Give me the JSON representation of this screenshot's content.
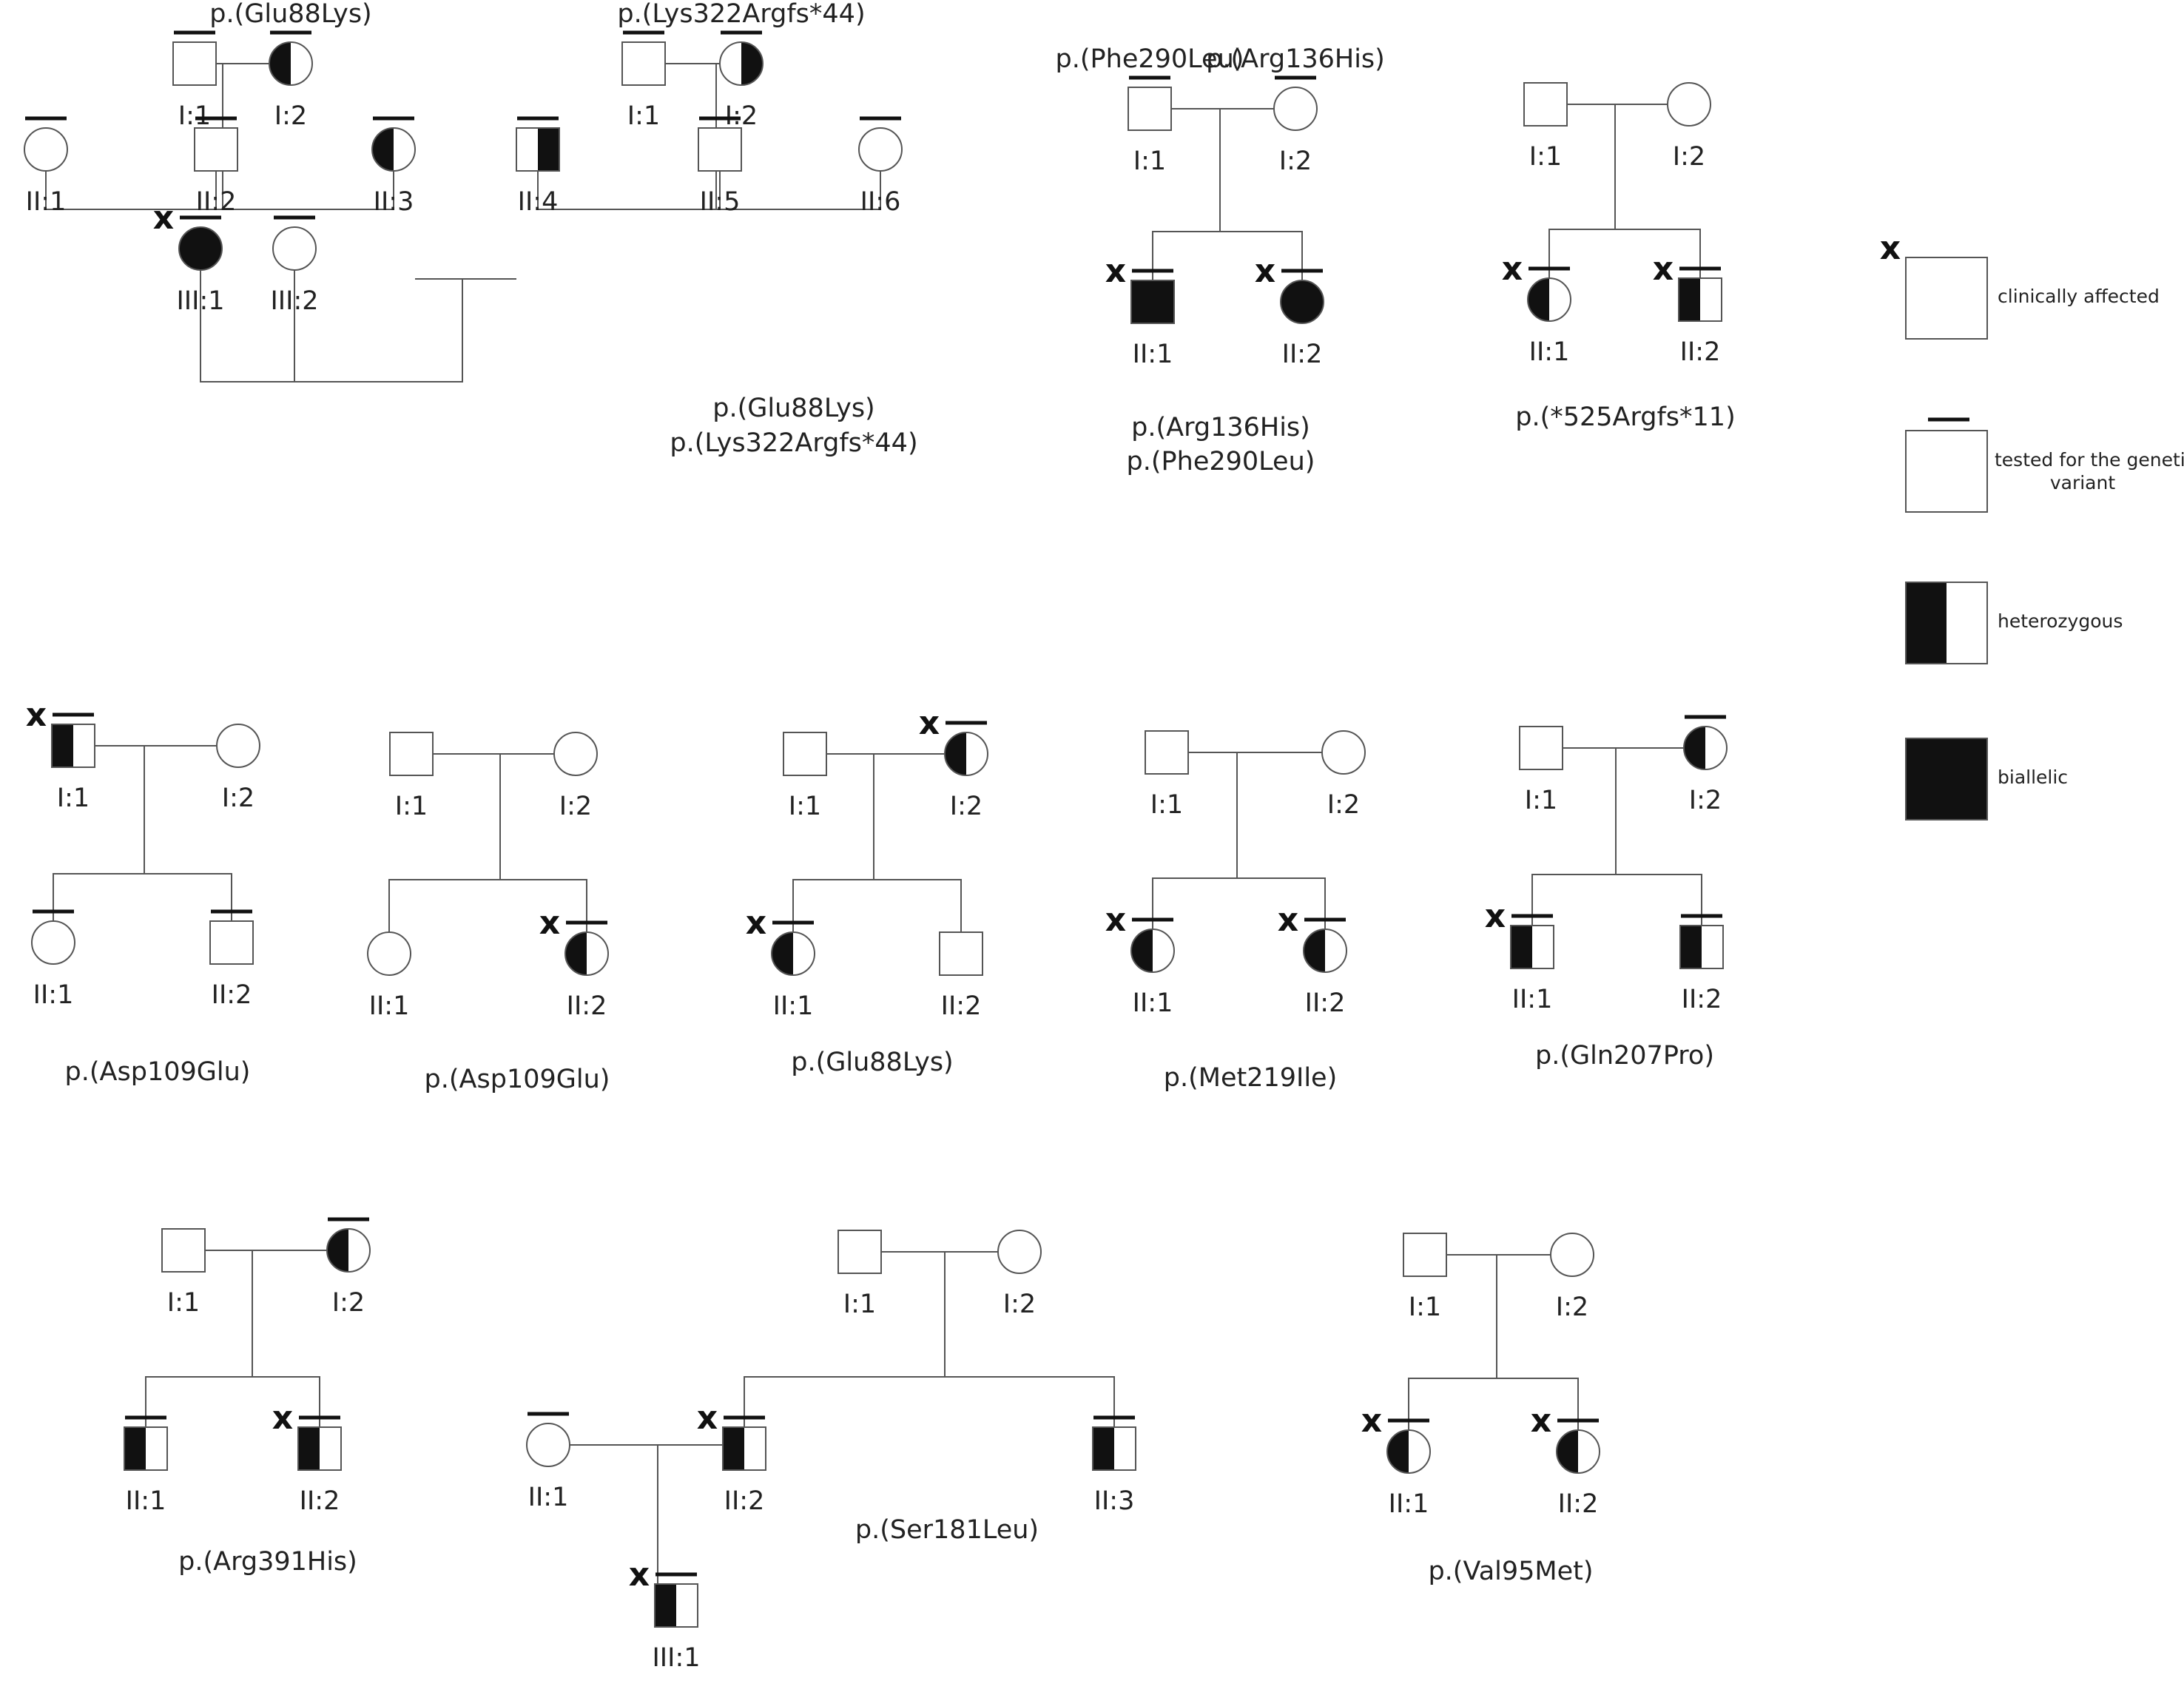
{
  "legend": {
    "affected": {
      "symbol": "x",
      "label": "clinically affected"
    },
    "tested": {
      "label": [
        "tested for the genetic",
        "variant"
      ]
    },
    "heterozygous": {
      "label": "heterozygous"
    },
    "biallelic": {
      "label": "biallelic"
    }
  },
  "families": [
    {
      "variants": [],
      "members": [
        {
          "id": "I:1",
          "sex": "male",
          "fill": "none",
          "affected": false,
          "tested": true
        },
        {
          "id": "I:2",
          "sex": "female",
          "fill": "left",
          "affected": false,
          "tested": true,
          "variant": "p.(Glu88Lys)"
        },
        {
          "id": "II:1",
          "sex": "female",
          "fill": "none",
          "affected": false,
          "tested": true
        },
        {
          "id": "II:2",
          "sex": "male",
          "fill": "none",
          "affected": false,
          "tested": true
        },
        {
          "id": "II:3",
          "sex": "female",
          "fill": "left",
          "affected": false,
          "tested": true
        },
        {
          "id": "III:1",
          "sex": "female",
          "fill": "full",
          "affected": true,
          "tested": true
        },
        {
          "id": "III:2",
          "sex": "female",
          "fill": "none",
          "affected": false,
          "tested": true
        }
      ]
    },
    {
      "variants": [
        "p.(Glu88Lys)",
        "p.(Lys322Argfs*44)"
      ],
      "members": [
        {
          "id": "I:1",
          "sex": "male",
          "fill": "none",
          "affected": false,
          "tested": true
        },
        {
          "id": "I:2",
          "sex": "female",
          "fill": "right",
          "affected": false,
          "tested": true,
          "variant": "p.(Lys322Argfs*44)"
        },
        {
          "id": "II:4",
          "sex": "male",
          "fill": "right",
          "affected": false,
          "tested": true
        },
        {
          "id": "II:5",
          "sex": "male",
          "fill": "none",
          "affected": false,
          "tested": true
        },
        {
          "id": "II:6",
          "sex": "female",
          "fill": "none",
          "affected": false,
          "tested": true
        }
      ]
    },
    {
      "variants": [
        "p.(Arg136His)",
        "p.(Phe290Leu)"
      ],
      "members": [
        {
          "id": "I:1",
          "sex": "male",
          "fill": "none",
          "affected": false,
          "tested": true,
          "variant": "p.(Phe290Leu)"
        },
        {
          "id": "I:2",
          "sex": "female",
          "fill": "none",
          "affected": false,
          "tested": true,
          "variant": "p.(Arg136His)"
        },
        {
          "id": "II:1",
          "sex": "male",
          "fill": "full",
          "affected": true,
          "tested": true
        },
        {
          "id": "II:2",
          "sex": "female",
          "fill": "full",
          "affected": true,
          "tested": true
        }
      ]
    },
    {
      "variants": [
        "p.(*525Argfs*11)"
      ],
      "members": [
        {
          "id": "I:1",
          "sex": "male",
          "fill": "none",
          "affected": false,
          "tested": false
        },
        {
          "id": "I:2",
          "sex": "female",
          "fill": "none",
          "affected": false,
          "tested": false
        },
        {
          "id": "II:1",
          "sex": "female",
          "fill": "left",
          "affected": true,
          "tested": true
        },
        {
          "id": "II:2",
          "sex": "male",
          "fill": "left",
          "affected": true,
          "tested": true
        }
      ]
    },
    {
      "variants": [
        "p.(Asp109Glu)"
      ],
      "members": [
        {
          "id": "I:1",
          "sex": "male",
          "fill": "left",
          "affected": true,
          "tested": true
        },
        {
          "id": "I:2",
          "sex": "female",
          "fill": "none",
          "affected": false,
          "tested": false
        },
        {
          "id": "II:1",
          "sex": "female",
          "fill": "none",
          "affected": false,
          "tested": true
        },
        {
          "id": "II:2",
          "sex": "male",
          "fill": "none",
          "affected": false,
          "tested": true
        }
      ]
    },
    {
      "variants": [
        "p.(Asp109Glu)"
      ],
      "members": [
        {
          "id": "I:1",
          "sex": "male",
          "fill": "none",
          "affected": false,
          "tested": false
        },
        {
          "id": "I:2",
          "sex": "female",
          "fill": "none",
          "affected": false,
          "tested": false
        },
        {
          "id": "II:1",
          "sex": "female",
          "fill": "none",
          "affected": false,
          "tested": false
        },
        {
          "id": "II:2",
          "sex": "female",
          "fill": "left",
          "affected": true,
          "tested": true
        }
      ]
    },
    {
      "variants": [
        "p.(Glu88Lys)"
      ],
      "members": [
        {
          "id": "I:1",
          "sex": "male",
          "fill": "none",
          "affected": false,
          "tested": false
        },
        {
          "id": "I:2",
          "sex": "female",
          "fill": "left",
          "affected": true,
          "tested": true
        },
        {
          "id": "II:1",
          "sex": "female",
          "fill": "left",
          "affected": true,
          "tested": true
        },
        {
          "id": "II:2",
          "sex": "male",
          "fill": "none",
          "affected": false,
          "tested": false
        }
      ]
    },
    {
      "variants": [
        "p.(Met219Ile)"
      ],
      "members": [
        {
          "id": "I:1",
          "sex": "male",
          "fill": "none",
          "affected": false,
          "tested": false
        },
        {
          "id": "I:2",
          "sex": "female",
          "fill": "none",
          "affected": false,
          "tested": false
        },
        {
          "id": "II:1",
          "sex": "female",
          "fill": "left",
          "affected": true,
          "tested": true
        },
        {
          "id": "II:2",
          "sex": "female",
          "fill": "left",
          "affected": true,
          "tested": true
        }
      ]
    },
    {
      "variants": [
        "p.(Gln207Pro)"
      ],
      "members": [
        {
          "id": "I:1",
          "sex": "male",
          "fill": "none",
          "affected": false,
          "tested": false
        },
        {
          "id": "I:2",
          "sex": "female",
          "fill": "left",
          "affected": false,
          "tested": true
        },
        {
          "id": "II:1",
          "sex": "male",
          "fill": "left",
          "affected": true,
          "tested": true
        },
        {
          "id": "II:2",
          "sex": "male",
          "fill": "left",
          "affected": false,
          "tested": true
        }
      ]
    },
    {
      "variants": [
        "p.(Arg391His)"
      ],
      "members": [
        {
          "id": "I:1",
          "sex": "male",
          "fill": "none",
          "affected": false,
          "tested": false
        },
        {
          "id": "I:2",
          "sex": "female",
          "fill": "left",
          "affected": false,
          "tested": true
        },
        {
          "id": "II:1",
          "sex": "male",
          "fill": "left",
          "affected": false,
          "tested": true
        },
        {
          "id": "II:2",
          "sex": "male",
          "fill": "left",
          "affected": true,
          "tested": true
        }
      ]
    },
    {
      "variants": [
        "p.(Ser181Leu)"
      ],
      "members": [
        {
          "id": "I:1",
          "sex": "male",
          "fill": "none",
          "affected": false,
          "tested": false
        },
        {
          "id": "I:2",
          "sex": "female",
          "fill": "none",
          "affected": false,
          "tested": false
        },
        {
          "id": "II:1",
          "sex": "female",
          "fill": "none",
          "affected": false,
          "tested": true
        },
        {
          "id": "II:2",
          "sex": "male",
          "fill": "left",
          "affected": true,
          "tested": true
        },
        {
          "id": "II:3",
          "sex": "male",
          "fill": "left",
          "affected": false,
          "tested": true
        },
        {
          "id": "III:1",
          "sex": "male",
          "fill": "left",
          "affected": true,
          "tested": true
        }
      ]
    },
    {
      "variants": [
        "p.(Val95Met)"
      ],
      "members": [
        {
          "id": "I:1",
          "sex": "male",
          "fill": "none",
          "affected": false,
          "tested": false
        },
        {
          "id": "I:2",
          "sex": "female",
          "fill": "none",
          "affected": false,
          "tested": false
        },
        {
          "id": "II:1",
          "sex": "female",
          "fill": "left",
          "affected": true,
          "tested": true
        },
        {
          "id": "II:2",
          "sex": "female",
          "fill": "left",
          "affected": true,
          "tested": true
        }
      ]
    }
  ]
}
